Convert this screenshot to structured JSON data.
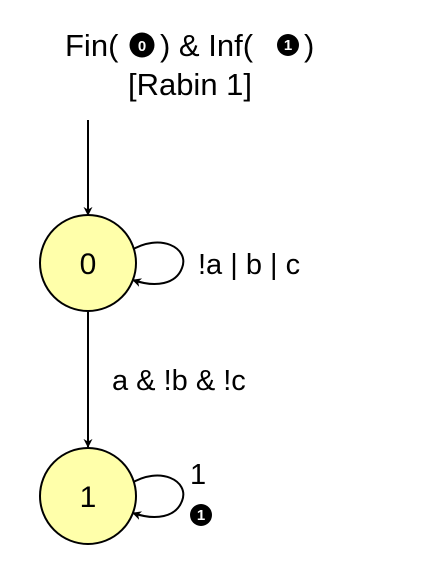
{
  "acceptance": {
    "fin_prefix": "Fin(",
    "fin_set": "0",
    "middle": ") & Inf(",
    "inf_set": "1",
    "suffix": ")",
    "name": "[Rabin 1]"
  },
  "states": [
    {
      "id": "0",
      "label": "0",
      "initial": true
    },
    {
      "id": "1",
      "label": "1",
      "initial": false
    }
  ],
  "edges": [
    {
      "from": "0",
      "to": "0",
      "label": "!a | b | c"
    },
    {
      "from": "0",
      "to": "1",
      "label": "a & !b & !c"
    },
    {
      "from": "1",
      "to": "1",
      "label": "1",
      "acc_set": "1"
    }
  ],
  "colors": {
    "state_fill": "#ffffaa",
    "stroke": "#000000",
    "text": "#000000"
  }
}
